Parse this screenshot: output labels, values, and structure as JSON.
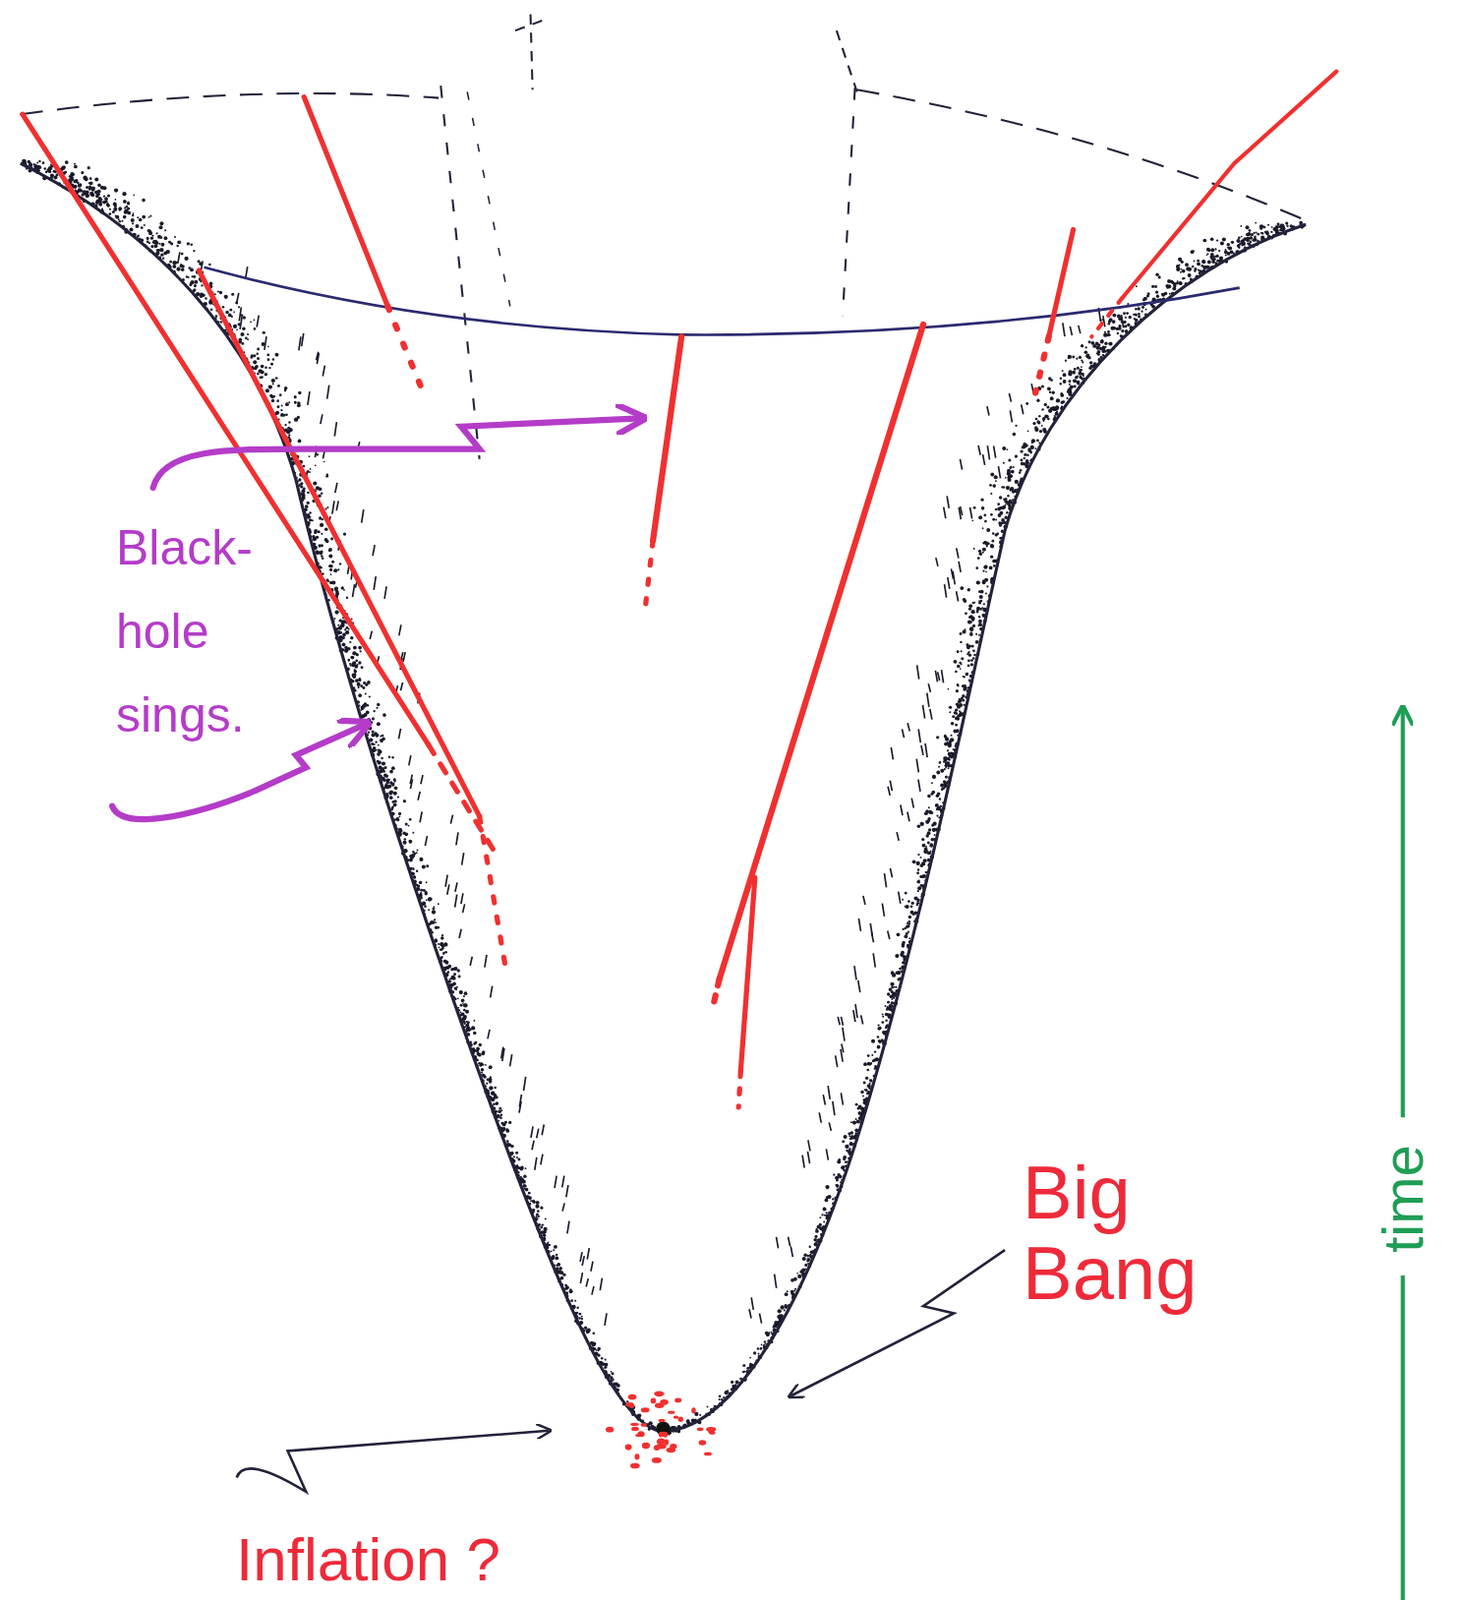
{
  "diagram": {
    "labels": [
      "Black-hole sings.",
      "Big Bang",
      "Inflation ?",
      "time"
    ]
  }
}
